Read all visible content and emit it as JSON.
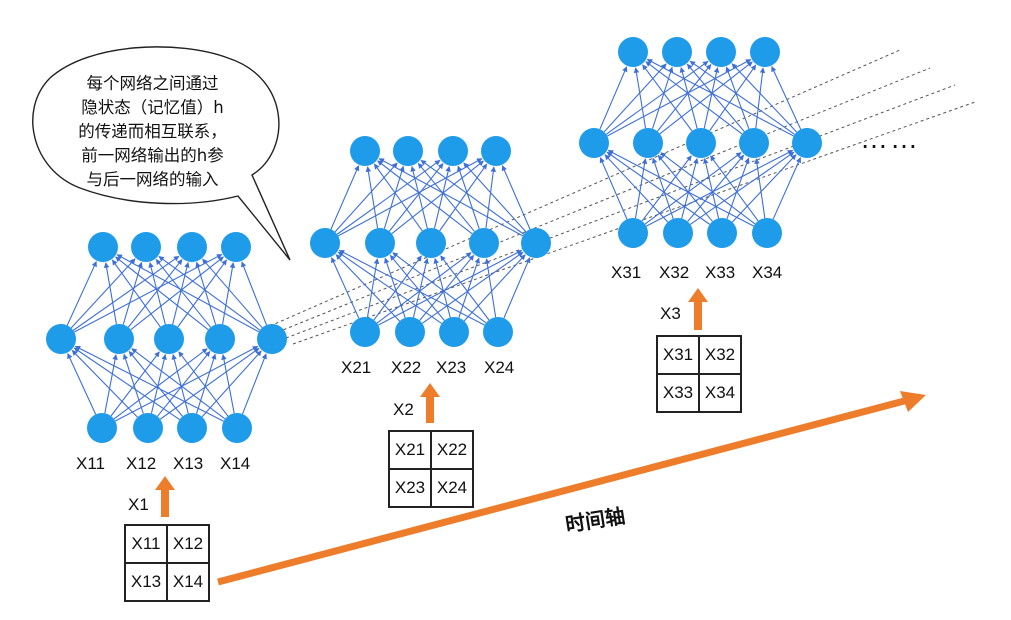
{
  "callout": {
    "lines": [
      "每个网络之间通过",
      "隐状态（记忆值）h",
      "的传递而相互联系，",
      "前一网络输出的h参",
      "与后一网络的输入"
    ]
  },
  "networks": [
    {
      "input_label": "X1",
      "node_labels": [
        "X11",
        "X12",
        "X13",
        "X14"
      ],
      "matrix": [
        "X11",
        "X12",
        "X13",
        "X14"
      ]
    },
    {
      "input_label": "X2",
      "node_labels": [
        "X21",
        "X22",
        "X23",
        "X24"
      ],
      "matrix": [
        "X21",
        "X22",
        "X23",
        "X24"
      ]
    },
    {
      "input_label": "X3",
      "node_labels": [
        "X31",
        "X32",
        "X33",
        "X34"
      ],
      "matrix": [
        "X31",
        "X32",
        "X33",
        "X34"
      ]
    }
  ],
  "ellipsis": "……",
  "time_axis_label": "时间轴",
  "colors": {
    "node": "#1e9be9",
    "edge": "#3d6fd9",
    "arrow": "#ee7d2b",
    "hidden_link": "#555555"
  }
}
